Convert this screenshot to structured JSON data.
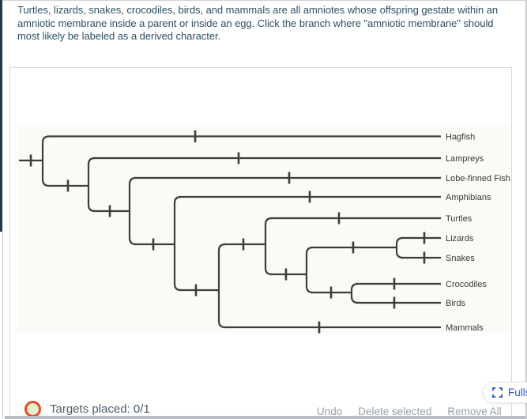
{
  "question": {
    "lines": [
      "Turtles, lizards, snakes, crocodiles, birds, and mammals are all amniotes whose offspring gestate within an",
      "amniotic membrane inside a parent or inside an egg. Click the branch where \"amniotic membrane\" should",
      "most likely be labeled as a derived character."
    ]
  },
  "tree": {
    "type": "cladogram",
    "taxa": [
      "Hagfish",
      "Lampreys",
      "Lobe-finned Fish",
      "Amphibians",
      "Turtles",
      "Lizards",
      "Snakes",
      "Crocodiles",
      "Birds",
      "Mammals"
    ],
    "topology": "(Hagfish,(Lampreys,(Lobe-finned Fish,(Amphibians,((Turtles,((Lizards,Snakes),(Crocodiles,Birds))),Mammals)))))",
    "tick_marks_per_branch": 1
  },
  "footer": {
    "targets_label": "Targets placed: 0/1",
    "undo_label": "Undo",
    "delete_selected_label": "Delete selected",
    "remove_all_label": "Remove All",
    "fullscreen_label": "Fullscreen"
  },
  "colors": {
    "question_text": "#2d4f63",
    "tree_line": "#3f3d3c",
    "accent_blue": "#2f55d0",
    "target_ring": "#e64a26",
    "target_fill": "#e4f0cd",
    "left_accent_bar": "#20394d"
  }
}
